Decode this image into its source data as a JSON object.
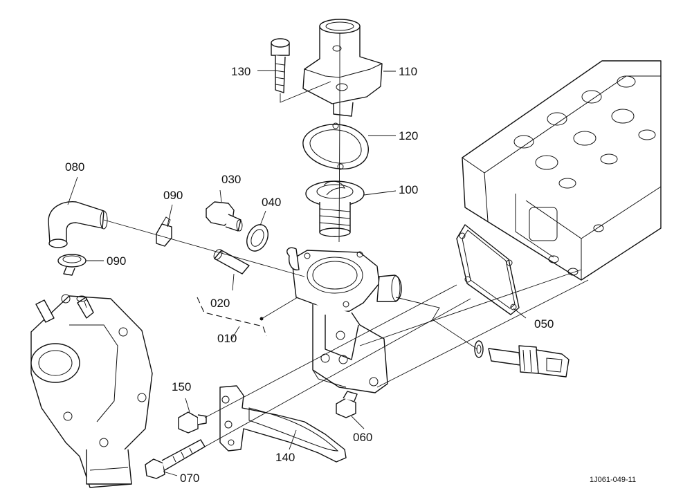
{
  "labels": {
    "p010": "010",
    "p020": "020",
    "p030": "030",
    "p040": "040",
    "p050": "050",
    "p060": "060",
    "p070": "070",
    "p080": "080",
    "p090a": "090",
    "p090b": "090",
    "p100": "100",
    "p110": "110",
    "p120": "120",
    "p130": "130",
    "p140": "140",
    "p150": "150"
  },
  "drawing_code": "1J061-049-11"
}
